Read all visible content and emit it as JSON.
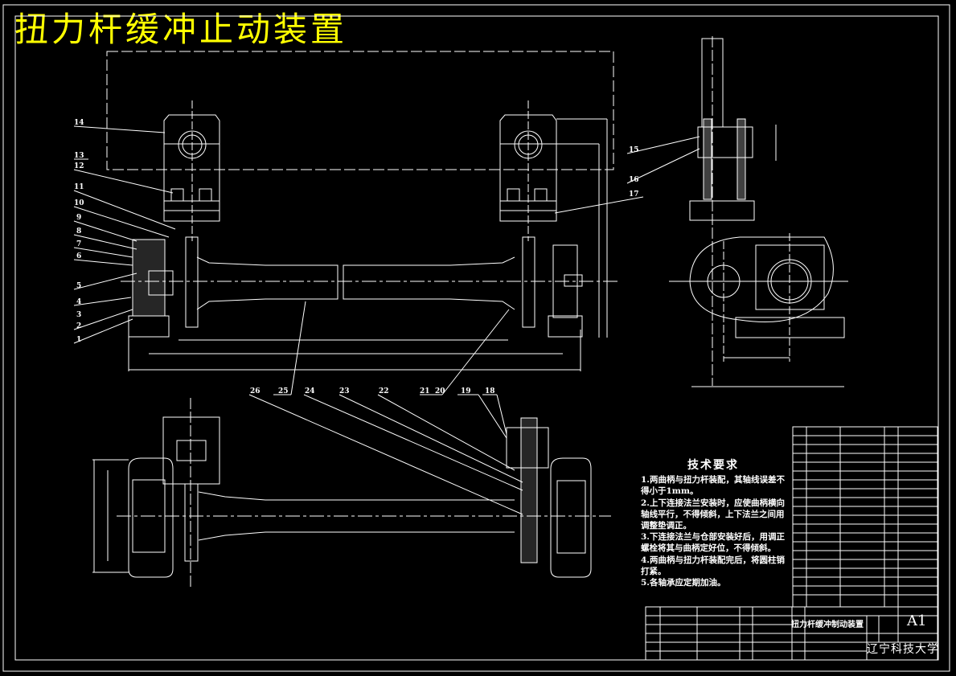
{
  "drawing": {
    "title": "扭力杆缓冲止动装置",
    "drawing_name": "扭力杆缓冲制动装置",
    "sheet_size": "A1",
    "school": "辽宁科技大学",
    "colors": {
      "background": "#000000",
      "lines": "#ffffff",
      "title": "#ffff00"
    }
  },
  "tech_requirements": {
    "heading": "技术要求",
    "items": [
      "1.两曲柄与扭力杆装配，其轴线误差不得小于1mm。",
      "2.上下连接法兰安装时，应使曲柄横向轴线平行，不得倾斜，上下法兰之间用调整垫调正。",
      "3.下连接法兰与仓部安装好后，用调正螺栓将其与曲柄定好位，不得倾斜。",
      "4.两曲柄与扭力杆装配完后，将圆柱销打紧。",
      "5.各轴承应定期加油。"
    ]
  },
  "part_labels": {
    "front_view_left": [
      "14",
      "13",
      "12",
      "11",
      "10",
      "9",
      "8",
      "7",
      "6",
      "5",
      "4",
      "3",
      "2",
      "1"
    ],
    "side_view": [
      "15",
      "16",
      "17"
    ],
    "bottom_row": [
      "26",
      "25",
      "24",
      "23",
      "22",
      "21",
      "20",
      "19",
      "18"
    ]
  }
}
